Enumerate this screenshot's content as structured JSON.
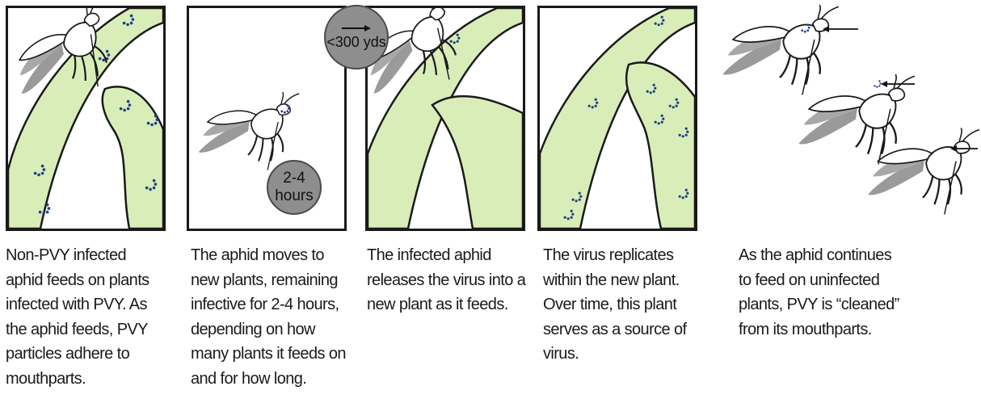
{
  "colors": {
    "stem_fill": "#d9edb8",
    "stem_stroke": "#1a1a1a",
    "virus_dot": "#1f3f88",
    "aphid_wing": "#9a9a9a",
    "badge_fill": "#8e8e8e"
  },
  "badges": {
    "distance": "<300 yds",
    "time_top": "2-4",
    "time_bottom": "hours"
  },
  "captions": [
    [
      "Non-PVY infected",
      "aphid feeds on plants",
      "infected with PVY. As",
      "the aphid feeds, PVY",
      "particles adhere to",
      "mouthparts."
    ],
    [
      "The aphid moves to",
      "new plants, remaining",
      "infective for 2-4 hours,",
      "depending on how",
      "many plants it feeds on",
      "and for how long."
    ],
    [
      "The infected aphid",
      "releases the virus into a",
      "new plant as it feeds."
    ],
    [
      "The virus replicates",
      "within the new plant.",
      "Over time, this plant",
      "serves as a source of",
      "virus."
    ],
    [
      "As the aphid continues",
      "to feed on uninfected",
      "plants, PVY is “cleaned”",
      "from its mouthparts."
    ]
  ],
  "icons": {
    "aphid": "aphid-icon",
    "virus": "virus-particles-icon",
    "arrow": "arrow-icon"
  }
}
